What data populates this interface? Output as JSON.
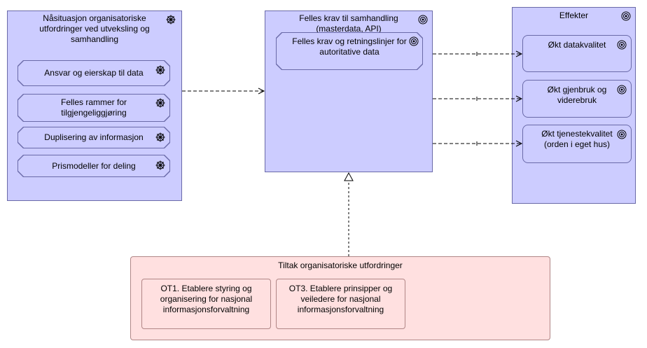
{
  "assessment": {
    "title": "Nåsituasjon organisatoriske utfordringer ved utveksling og samhandling",
    "items": [
      "Ansvar og eierskap til data",
      "Felles rammer for tilgjengeliggjøring",
      "Duplisering av informasjon",
      "Prismodeller for deling"
    ]
  },
  "goal": {
    "title": "Felles krav til samhandling (masterdata, API)",
    "child": "Felles krav og retningslinjer for autoritative data"
  },
  "effects": {
    "title": "Effekter",
    "items": [
      "Økt datakvalitet",
      "Økt gjenbruk og viderebruk",
      "Økt tjenestekvalitet (orden i eget hus)"
    ]
  },
  "measures": {
    "title": "Tiltak organisatoriske utfordringer",
    "items": [
      "OT1. Etablere styring og organisering for nasjonal informasjonsforvaltning",
      "OT3. Etablere prinsipper og veiledere for nasjonal informasjonsforvaltning"
    ]
  },
  "colors": {
    "motivation_fill": "#ccccff",
    "work_package_fill": "#ffe0e0"
  },
  "icons": {
    "assessment": "assessment-wheel-icon",
    "goal": "goal-target-icon",
    "outcome": "outcome-target-icon"
  }
}
